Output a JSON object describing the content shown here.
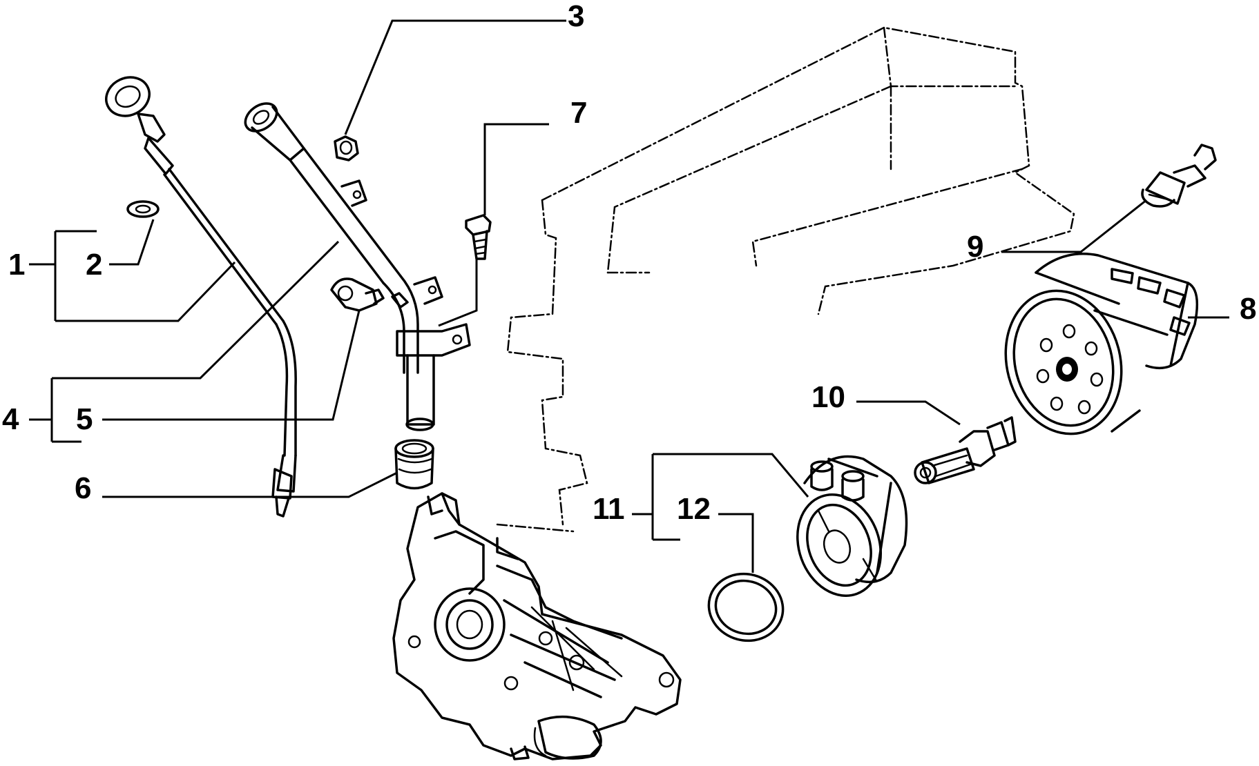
{
  "diagram": {
    "callouts": {
      "c1": "1",
      "c2": "2",
      "c3": "3",
      "c4": "4",
      "c5": "5",
      "c6": "6",
      "c7": "7",
      "c8": "8",
      "c9": "9",
      "c10": "10",
      "c11": "11",
      "c12": "12"
    },
    "parts": [
      "engine-block-outline",
      "oil-dipstick",
      "dipstick-washer",
      "nut",
      "dipstick-guide-tube",
      "tube-clip",
      "tube-seal-grommet",
      "screw",
      "oil-filter-cartridge",
      "oil-pressure-sender",
      "union-fitting",
      "oil-cooler-heat-exchanger",
      "seal-ring",
      "oil-pump-crankcase-cover"
    ],
    "colors": {
      "ink": "#000000",
      "paper": "#ffffff"
    }
  }
}
